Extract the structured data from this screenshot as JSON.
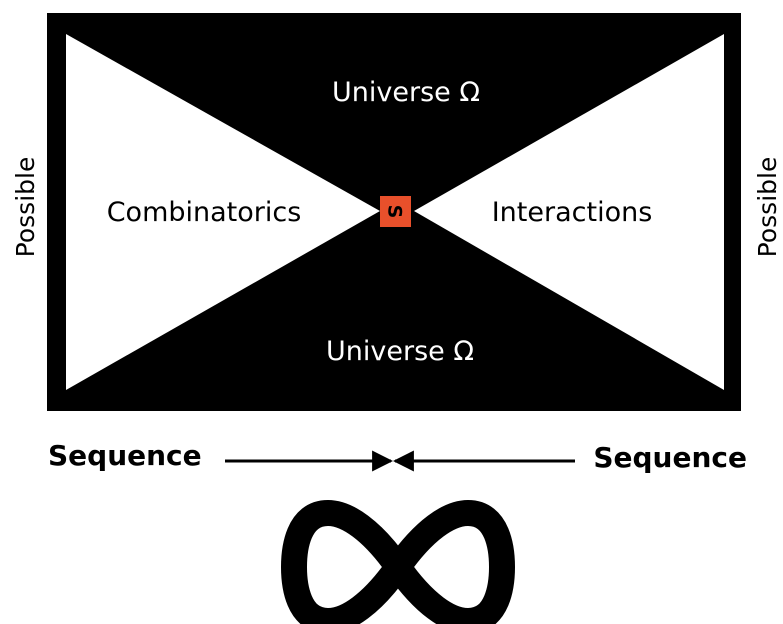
{
  "diagram": {
    "universe_top": "Universe Ω",
    "universe_bottom": "Universe Ω",
    "left_region": "Combinatorics",
    "right_region": "Interactions",
    "left_side": "Possible",
    "right_side": "Possible",
    "center_symbol": "S",
    "left_sequence": "Sequence",
    "right_sequence": "Sequence"
  },
  "colors": {
    "black": "#000000",
    "white": "#ffffff",
    "center_accent": "#e8502b"
  },
  "icons": {
    "infinity": "infinity-icon",
    "left_arrow": "right-pointing-arrow-icon",
    "right_arrow": "left-pointing-arrow-icon"
  }
}
